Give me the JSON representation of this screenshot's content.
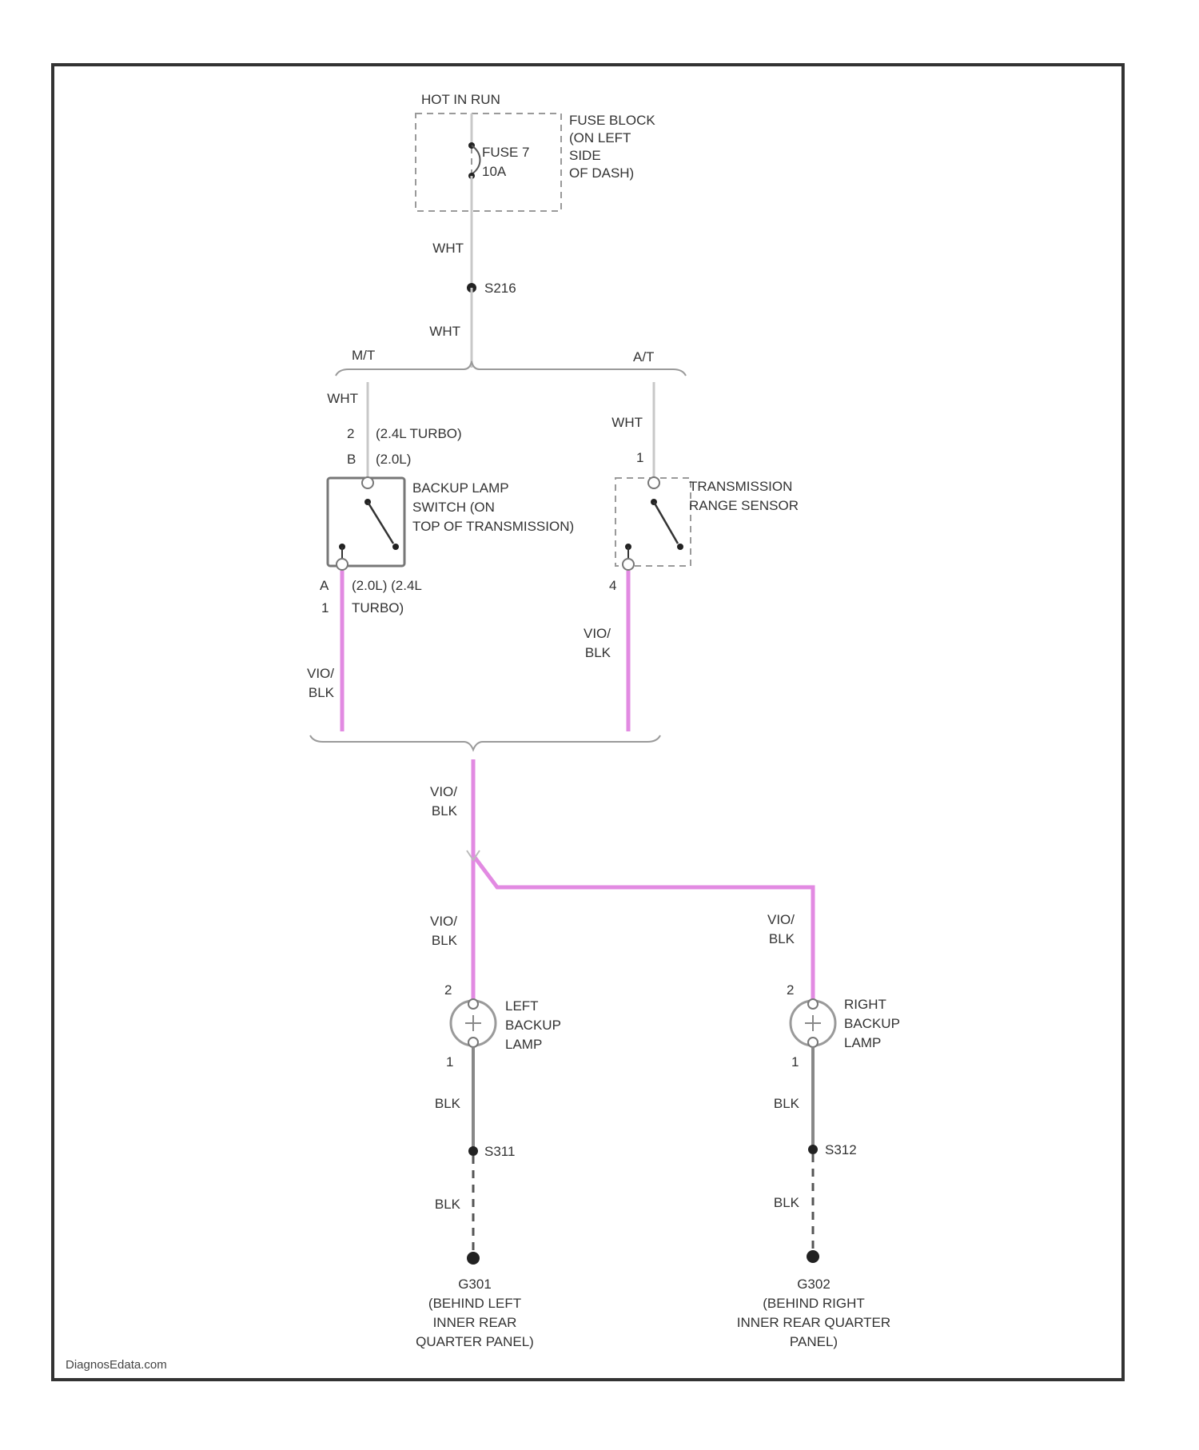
{
  "power": {
    "hot_label": "HOT IN RUN",
    "fuse_name": "FUSE 7",
    "fuse_rating": "10A",
    "fuse_block": [
      "FUSE BLOCK",
      "(ON LEFT",
      "SIDE",
      "OF DASH)"
    ]
  },
  "splices": {
    "s216": "S216",
    "s311": "S311",
    "s312": "S312"
  },
  "wire_colors": {
    "wht": "WHT",
    "vio_blk_top": "VIO/",
    "vio_blk_bot": "BLK",
    "blk": "BLK"
  },
  "branches": {
    "mt": "M/T",
    "at": "A/T"
  },
  "backup_switch": {
    "pin_top_1": "2",
    "pin_top_1_note": "(2.4L TURBO)",
    "pin_top_2": "B",
    "pin_top_2_note": "(2.0L)",
    "label": [
      "BACKUP LAMP",
      "SWITCH (ON",
      "TOP OF TRANSMISSION)"
    ],
    "pin_bot_1": "A",
    "pin_bot_1_note": "(2.0L) (2.4L",
    "pin_bot_2": "1",
    "pin_bot_2_note": "TURBO)"
  },
  "range_sensor": {
    "pin_top": "1",
    "pin_bot": "4",
    "label": [
      "TRANSMISSION",
      "RANGE SENSOR"
    ]
  },
  "lamps": {
    "left": {
      "pin_top": "2",
      "pin_bot": "1",
      "label": [
        "LEFT",
        "BACKUP",
        "LAMP"
      ]
    },
    "right": {
      "pin_top": "2",
      "pin_bot": "1",
      "label": [
        "RIGHT",
        "BACKUP",
        "LAMP"
      ]
    }
  },
  "grounds": {
    "g301": {
      "id": "G301",
      "desc": [
        "(BEHIND LEFT",
        "INNER REAR",
        "QUARTER PANEL)"
      ]
    },
    "g302": {
      "id": "G302",
      "desc": [
        "(BEHIND RIGHT",
        "INNER REAR QUARTER",
        "PANEL)"
      ]
    }
  },
  "watermark": "DiagnosEdata.com",
  "colors": {
    "vio_blk_wire": "#e28ae2",
    "wht_wire": "#c8c8c8",
    "blk_wire": "#888888"
  }
}
